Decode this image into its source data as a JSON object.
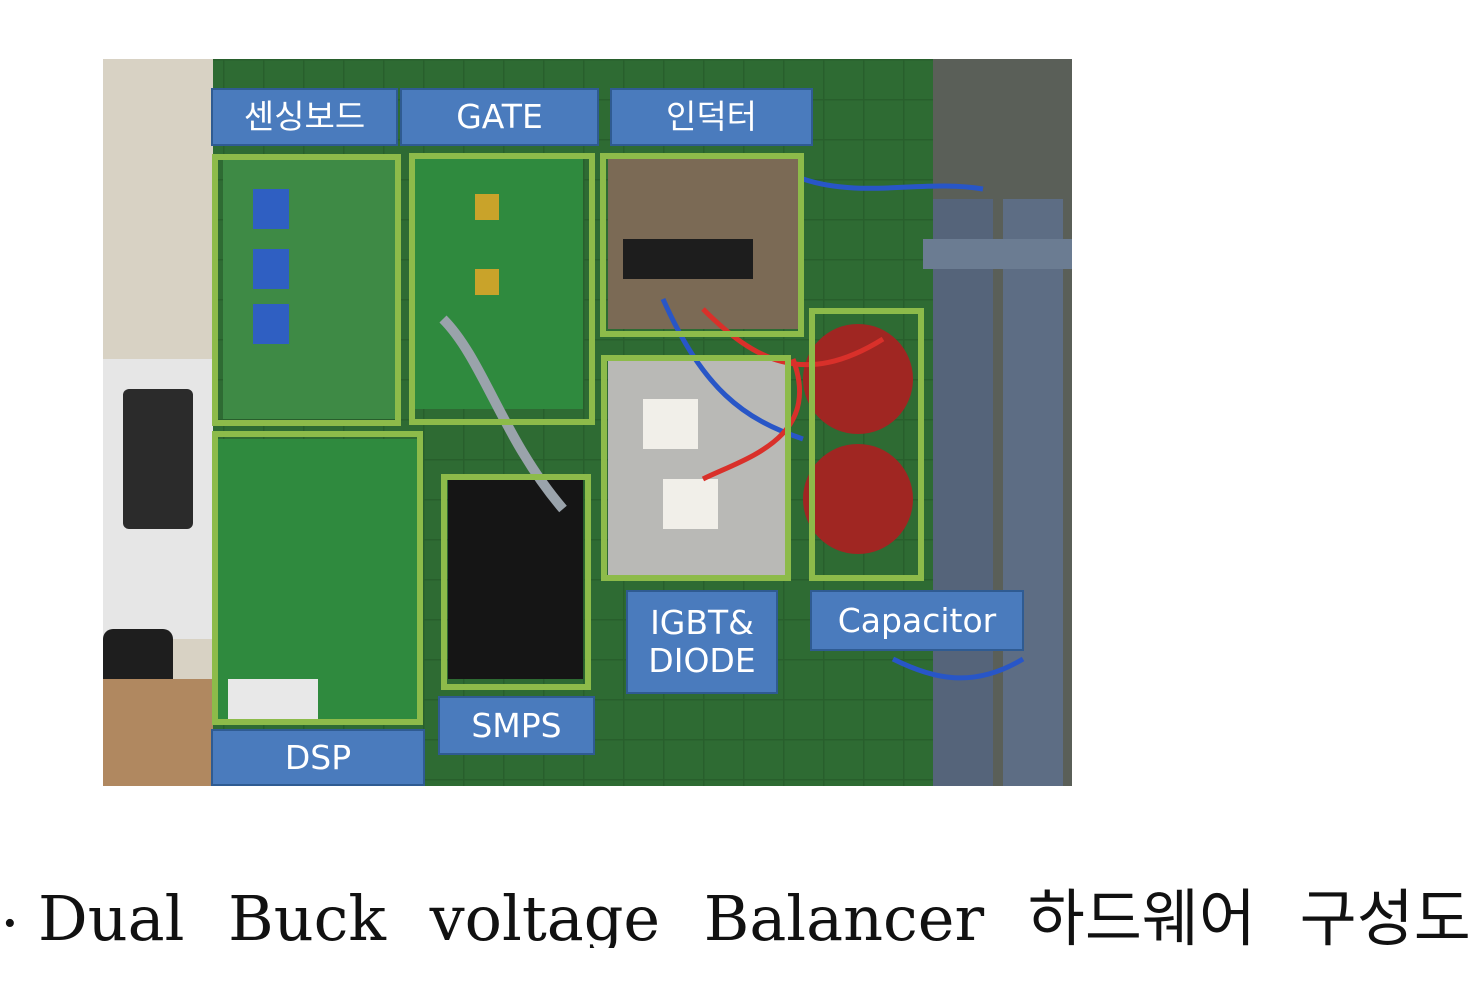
{
  "figure": {
    "labels": {
      "sensing": "센싱보드",
      "gate": "GATE",
      "inductor": "인덕터",
      "dsp": "DSP",
      "smps": "SMPS",
      "igbt": "IGBT&\nDIODE",
      "capacitor": "Capacitor"
    },
    "colors": {
      "label_fill": "#4a7bbd",
      "box_outline": "#8dbb4a",
      "board_green": "#2e6b33"
    }
  },
  "caption": {
    "prefix": ".",
    "text": "Dual Buck voltage Balancer 하드웨어 구성도"
  }
}
